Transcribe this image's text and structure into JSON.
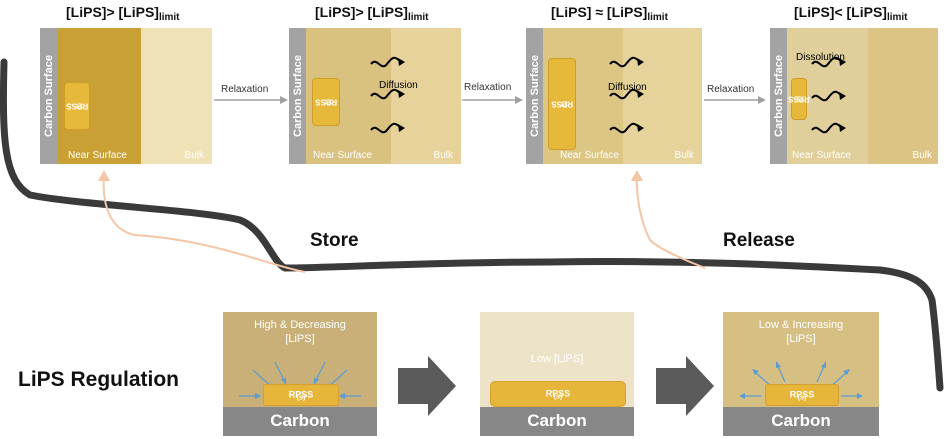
{
  "top_panels": [
    {
      "title_main": "[LiPS]> [LiPS]",
      "title_sub": "limit",
      "surface_label": "Carbon Surface",
      "rpss_main": "RPSS",
      "rpss_sub": "(l)",
      "near_label": "Near Surface",
      "bulk_label": "Bulk"
    },
    {
      "title_main": "[LiPS]> [LiPS]",
      "title_sub": "limit",
      "surface_label": "Carbon Surface",
      "rpss_main": "RPSS",
      "rpss_sub": "(l)",
      "process_label": "Diffusion",
      "near_label": "Near Surface",
      "bulk_label": "Bulk"
    },
    {
      "title_main": "[LiPS] ≈ [LiPS]",
      "title_sub": "limit",
      "surface_label": "Carbon Surface",
      "rpss_main": "RPSS",
      "rpss_sub": "(l)",
      "process_label": "Diffusion",
      "near_label": "Near Surface",
      "bulk_label": "Bulk"
    },
    {
      "title_main": "[LiPS]< [LiPS]",
      "title_sub": "limit",
      "surface_label": "Carbon Surface",
      "rpss_main": "RPSS",
      "rpss_sub": "(l)",
      "process_label": "Dissolution",
      "near_label": "Near Surface",
      "bulk_label": "Bulk"
    }
  ],
  "relaxation_labels": [
    "Relaxation",
    "Relaxation",
    "Relaxation"
  ],
  "store_label": "Store",
  "release_label": "Release",
  "regulation_label": "LiPS Regulation",
  "bottom_panels": [
    {
      "top_text_line1": "High & Decreasing",
      "top_text_line2": "[LiPS]",
      "rpss_main": "RPSS",
      "rpss_sub": "(s)",
      "base_label": "Carbon"
    },
    {
      "top_text_line1": "Low [LiPS]",
      "top_text_line2": "",
      "rpss_main": "RPSS",
      "rpss_sub": "(s)",
      "base_label": "Carbon"
    },
    {
      "top_text_line1": "Low & Increasing",
      "top_text_line2": "[LiPS]",
      "rpss_main": "RPSS",
      "rpss_sub": "(s)",
      "base_label": "Carbon"
    }
  ],
  "colors": {
    "near_surface_dark": "#c9a033",
    "near_surface_mid": "#d9c180",
    "bulk_light": "#efe2b6",
    "carbon_bar": "#a3a3a3",
    "rpss": "#e7b93a",
    "curve": "#3a3a3a",
    "connector": "#f4c6a5",
    "flow_arrow": "#5a5a5a"
  }
}
